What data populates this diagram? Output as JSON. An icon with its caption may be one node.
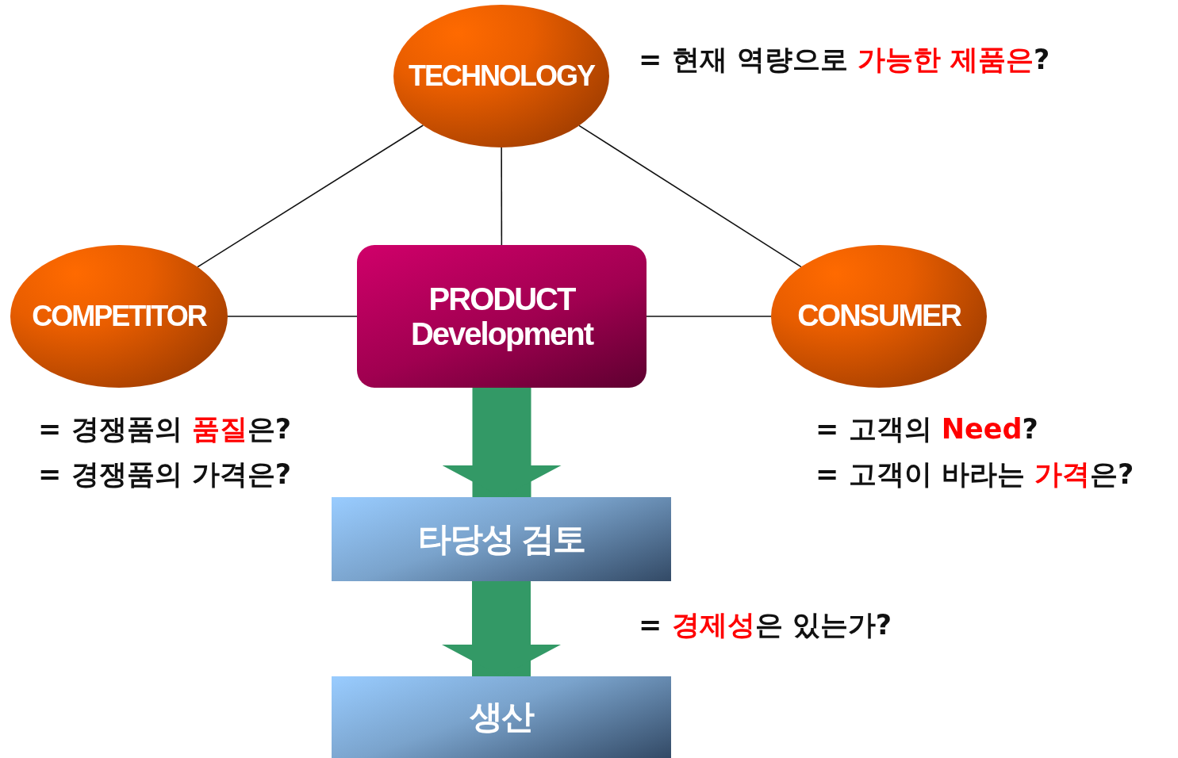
{
  "diagram": {
    "nodes": [
      {
        "text": [
          "TECHNOLOGY"
        ],
        "beside": [
          "= 현재 역량으로 **가능한 제품은**?"
        ]
      },
      {
        "text": [
          "COMPETITOR"
        ],
        "beside": [
          "= 경쟁품의 **품질**은?",
          "= 경쟁품의 가격은?"
        ]
      },
      {
        "text": [
          "PRODUCT Development"
        ]
      },
      {
        "text": [
          "CONSUMER"
        ],
        "beside": [
          "= 고객의 **Need**?",
          "= 고객이 바라는 **가격**은?"
        ]
      },
      {
        "text": [
          "타당성 검토"
        ]
      },
      {
        "text": [
          "생산"
        ]
      }
    ],
    "edges": [
      {
        "from": 0,
        "to": 1,
        "arrow": "none"
      },
      {
        "from": 0,
        "to": 2,
        "arrow": "none"
      },
      {
        "from": 0,
        "to": 3,
        "arrow": "none"
      },
      {
        "from": 1,
        "to": 2,
        "arrow": "none"
      },
      {
        "from": 2,
        "to": 3,
        "arrow": "none"
      },
      {
        "from": 2,
        "to": 4,
        "arrow": "to",
        "style": "thick",
        "color": "#339966"
      },
      {
        "from": 4,
        "to": 5,
        "arrow": "to",
        "style": "thick",
        "color": "#339966"
      }
    ],
    "labels": [
      "= **경제성**은 있는가?"
    ]
  }
}
